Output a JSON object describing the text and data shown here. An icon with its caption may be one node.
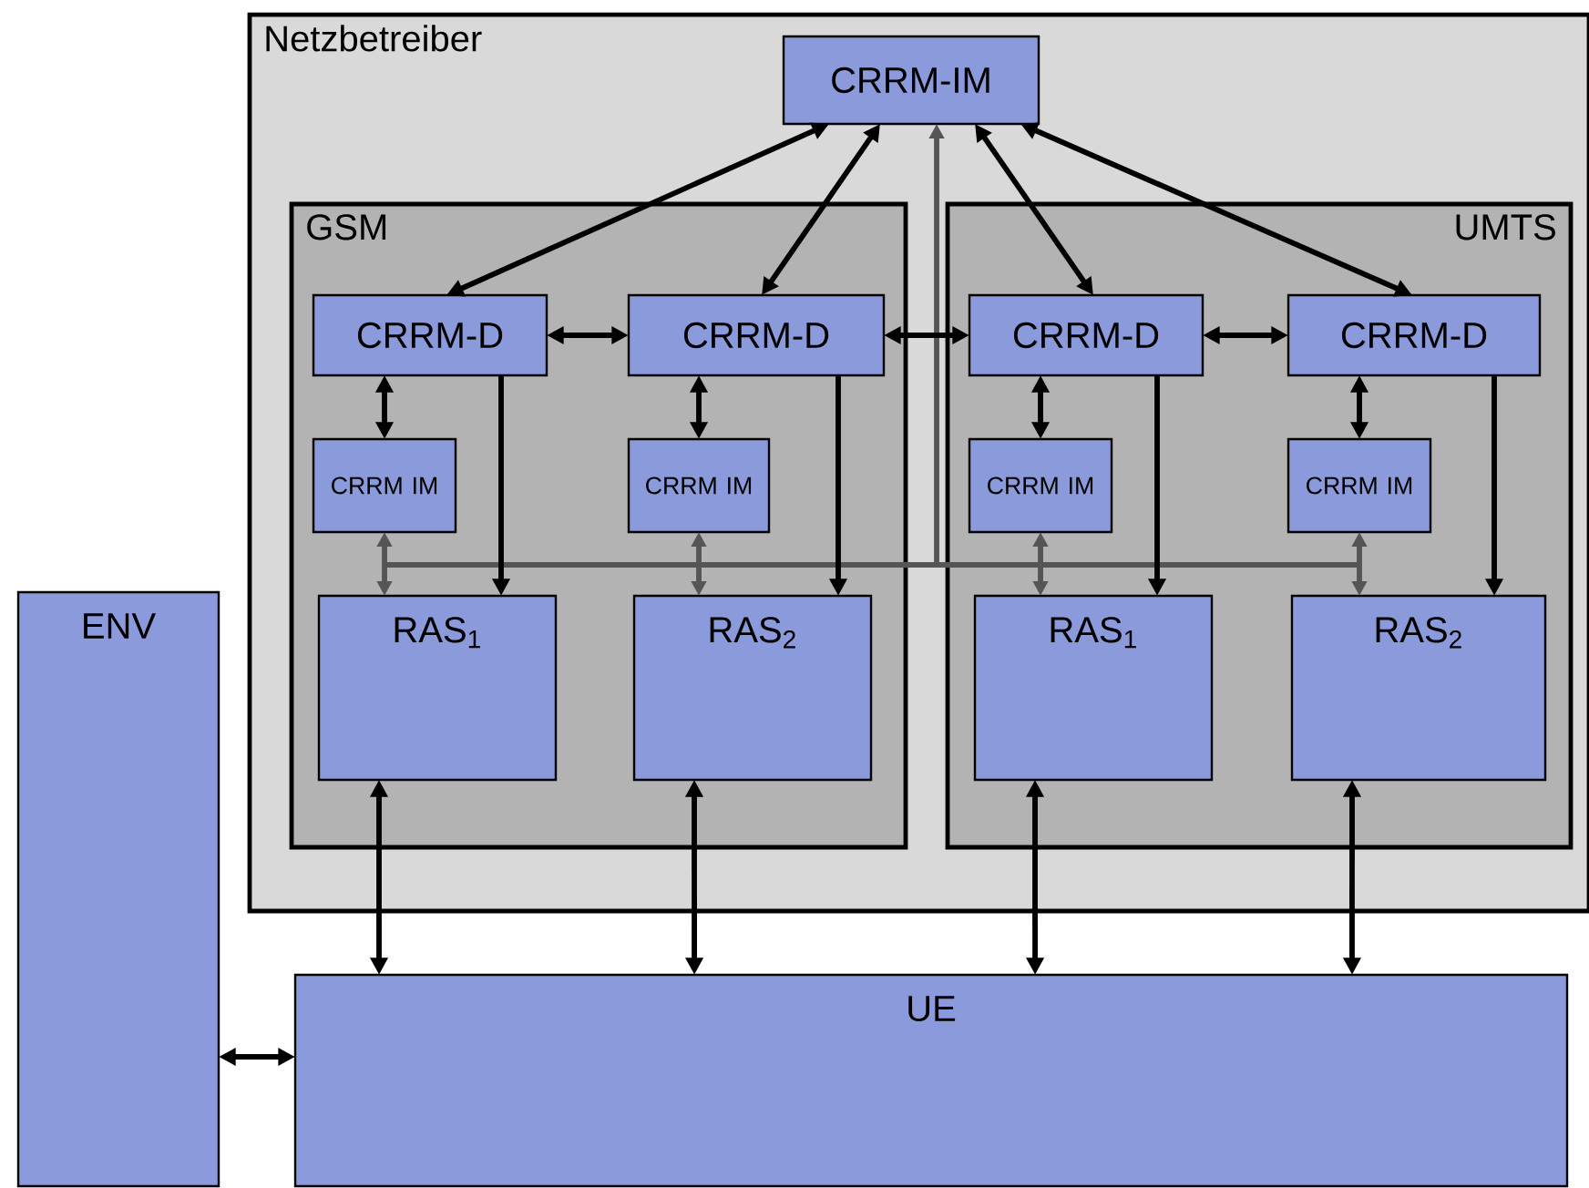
{
  "diagram": {
    "nodes": [
      {
        "text": [
          "Netzbetreiber"
        ]
      },
      {
        "text": [
          "CRRM-IM"
        ],
        "in": 0
      },
      {
        "text": [
          "GSM"
        ],
        "in": 0
      },
      {
        "text": [
          "CRRM-D"
        ],
        "in": 2
      },
      {
        "text": [
          "CRRM-D"
        ],
        "in": 2
      },
      {
        "text": [
          "CRRM IM"
        ],
        "in": 2
      },
      {
        "text": [
          "CRRM IM"
        ],
        "in": 2
      },
      {
        "text": [
          "RAS$_{1}$"
        ],
        "in": 2
      },
      {
        "text": [
          "RAS$_{2}$"
        ],
        "in": 2
      },
      {
        "text": [
          "UMTS"
        ],
        "in": 0
      },
      {
        "text": [
          "CRRM-D"
        ],
        "in": 9
      },
      {
        "text": [
          "CRRM-D"
        ],
        "in": 9
      },
      {
        "text": [
          "CRRM IM"
        ],
        "in": 9
      },
      {
        "text": [
          "CRRM IM"
        ],
        "in": 9
      },
      {
        "text": [
          "RAS$_{1}$"
        ],
        "in": 9
      },
      {
        "text": [
          "RAS$_{2}$"
        ],
        "in": 9
      },
      {
        "text": [
          "ENV"
        ]
      },
      {
        "text": [
          "UE"
        ]
      }
    ],
    "edges": [
      {
        "from": 1,
        "to": 3,
        "arrow": "both"
      },
      {
        "from": 1,
        "to": 4,
        "arrow": "both"
      },
      {
        "from": 1,
        "to": 10,
        "arrow": "both"
      },
      {
        "from": 1,
        "to": 11,
        "arrow": "both"
      },
      {
        "from": 3,
        "to": 4,
        "arrow": "both"
      },
      {
        "from": 4,
        "to": 10,
        "arrow": "both"
      },
      {
        "from": 10,
        "to": 11,
        "arrow": "both"
      },
      {
        "from": 3,
        "to": 5,
        "arrow": "both"
      },
      {
        "from": 4,
        "to": 6,
        "arrow": "both"
      },
      {
        "from": 10,
        "to": 12,
        "arrow": "both"
      },
      {
        "from": 11,
        "to": 13,
        "arrow": "both"
      },
      {
        "from": 3,
        "to": 7,
        "arrow": "to"
      },
      {
        "from": 4,
        "to": 8,
        "arrow": "to"
      },
      {
        "from": 10,
        "to": 14,
        "arrow": "to"
      },
      {
        "from": 11,
        "to": 15,
        "arrow": "to"
      },
      {
        "from": 7,
        "to": 17,
        "arrow": "both"
      },
      {
        "from": 8,
        "to": 17,
        "arrow": "both"
      },
      {
        "from": 14,
        "to": 17,
        "arrow": "both"
      },
      {
        "from": 15,
        "to": 17,
        "arrow": "both"
      },
      {
        "from": 16,
        "to": 17,
        "arrow": "both"
      },
      {
        "from": 5,
        "to": 1,
        "arrow": "both",
        "color": "#555555"
      },
      {
        "from": 6,
        "to": 1,
        "arrow": "both",
        "color": "#555555"
      },
      {
        "from": 12,
        "to": 1,
        "arrow": "both",
        "color": "#555555"
      },
      {
        "from": 13,
        "to": 1,
        "arrow": "both",
        "color": "#555555"
      },
      {
        "from": 7,
        "to": 1,
        "arrow": "both",
        "color": "#555555"
      },
      {
        "from": 8,
        "to": 1,
        "arrow": "both",
        "color": "#555555"
      },
      {
        "from": 14,
        "to": 1,
        "arrow": "both",
        "color": "#555555"
      },
      {
        "from": 15,
        "to": 1,
        "arrow": "both",
        "color": "#555555"
      }
    ]
  }
}
